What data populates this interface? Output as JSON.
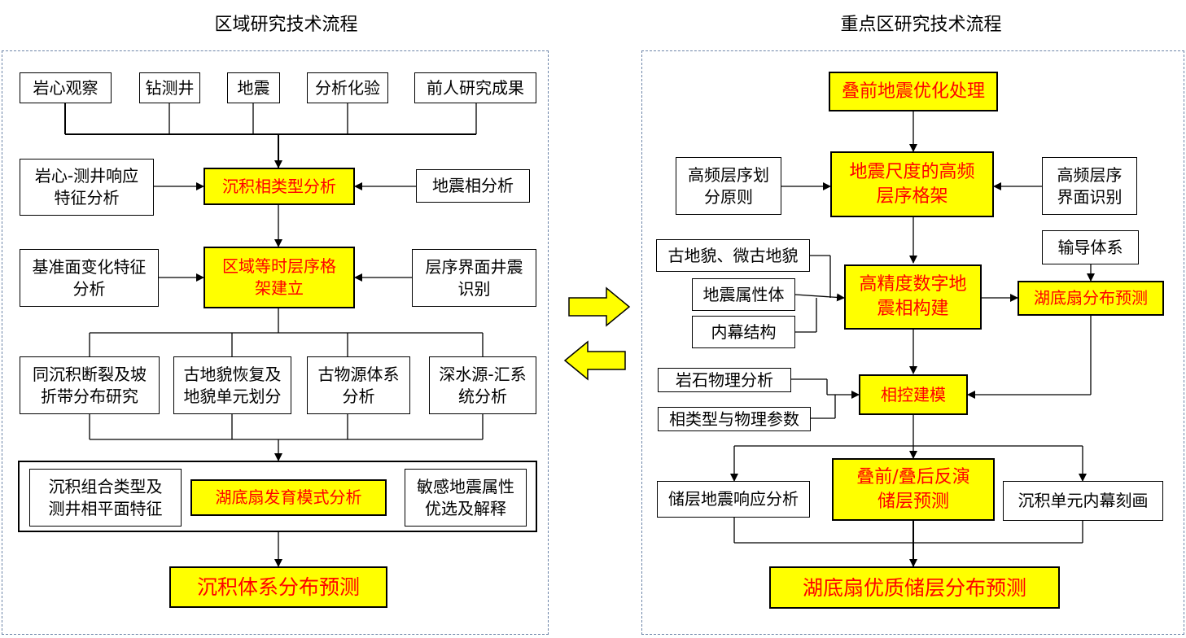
{
  "left_panel": {
    "title": "区域研究技术流程",
    "inputs": [
      "岩心观察",
      "钻测井",
      "地震",
      "分析化验",
      "前人研究成果"
    ],
    "core_log_response": "岩心-测井响应\n特征分析",
    "facies_type_analysis": "沉积相类型分析",
    "seismic_facies_analysis": "地震相分析",
    "base_level_analysis": "基准面变化特征\n分析",
    "isochronous_framework": "区域等时层序格\n架建立",
    "boundary_well_seismic": "层序界面井震\n识别",
    "studies": [
      "同沉积断裂及坡\n折带分布研究",
      "古地貌恢复及\n地貌单元划分",
      "古物源体系\n分析",
      "深水源-汇系\n统分析"
    ],
    "assemblage_features": "沉积组合类型及\n测井相平面特征",
    "fan_model_analysis": "湖底扇发育模式分析",
    "attribute_selection": "敏感地震属性\n优选及解释",
    "system_prediction": "沉积体系分布预测"
  },
  "right_panel": {
    "title": "重点区研究技术流程",
    "prestack_optimization": "叠前地震优化处理",
    "hf_division_principle": "高频层序划\n分原则",
    "hf_framework": "地震尺度的高频\n层序格架",
    "hf_boundary_id": "高频层序\n界面识别",
    "paleogeomorph": "古地貌、微古地貌",
    "attribute_volume": "地震属性体",
    "internal_structure": "内幕结构",
    "digital_facies": "高精度数字地\n震相构建",
    "transport_system": "输导体系",
    "fan_prediction": "湖底扇分布预测",
    "rock_physics": "岩石物理分析",
    "facies_params": "相类型与物理参数",
    "facies_modeling": "相控建模",
    "reservoir_response": "储层地震响应分析",
    "inversion": "叠前/叠后反演\n储层预测",
    "unit_characterization": "沉积单元内幕刻画",
    "quality_prediction": "湖底扇优质储层分布预测"
  },
  "colors": {
    "highlight_fill": "#ffff00",
    "highlight_text": "#ff0000",
    "panel_border": "#6d85a8"
  },
  "middle_arrows": [
    "arrow-right-icon",
    "arrow-left-icon"
  ]
}
